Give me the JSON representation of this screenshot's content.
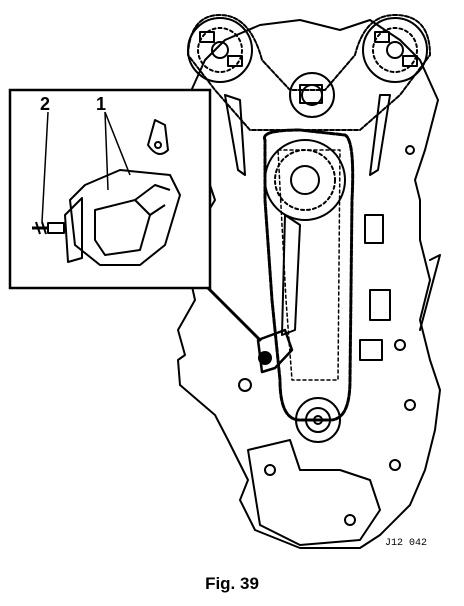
{
  "callouts": {
    "one": "1",
    "two": "2"
  },
  "drawing_code": "J12 042",
  "caption": "Fig. 39",
  "colors": {
    "ink": "#000000",
    "paper": "#ffffff"
  }
}
